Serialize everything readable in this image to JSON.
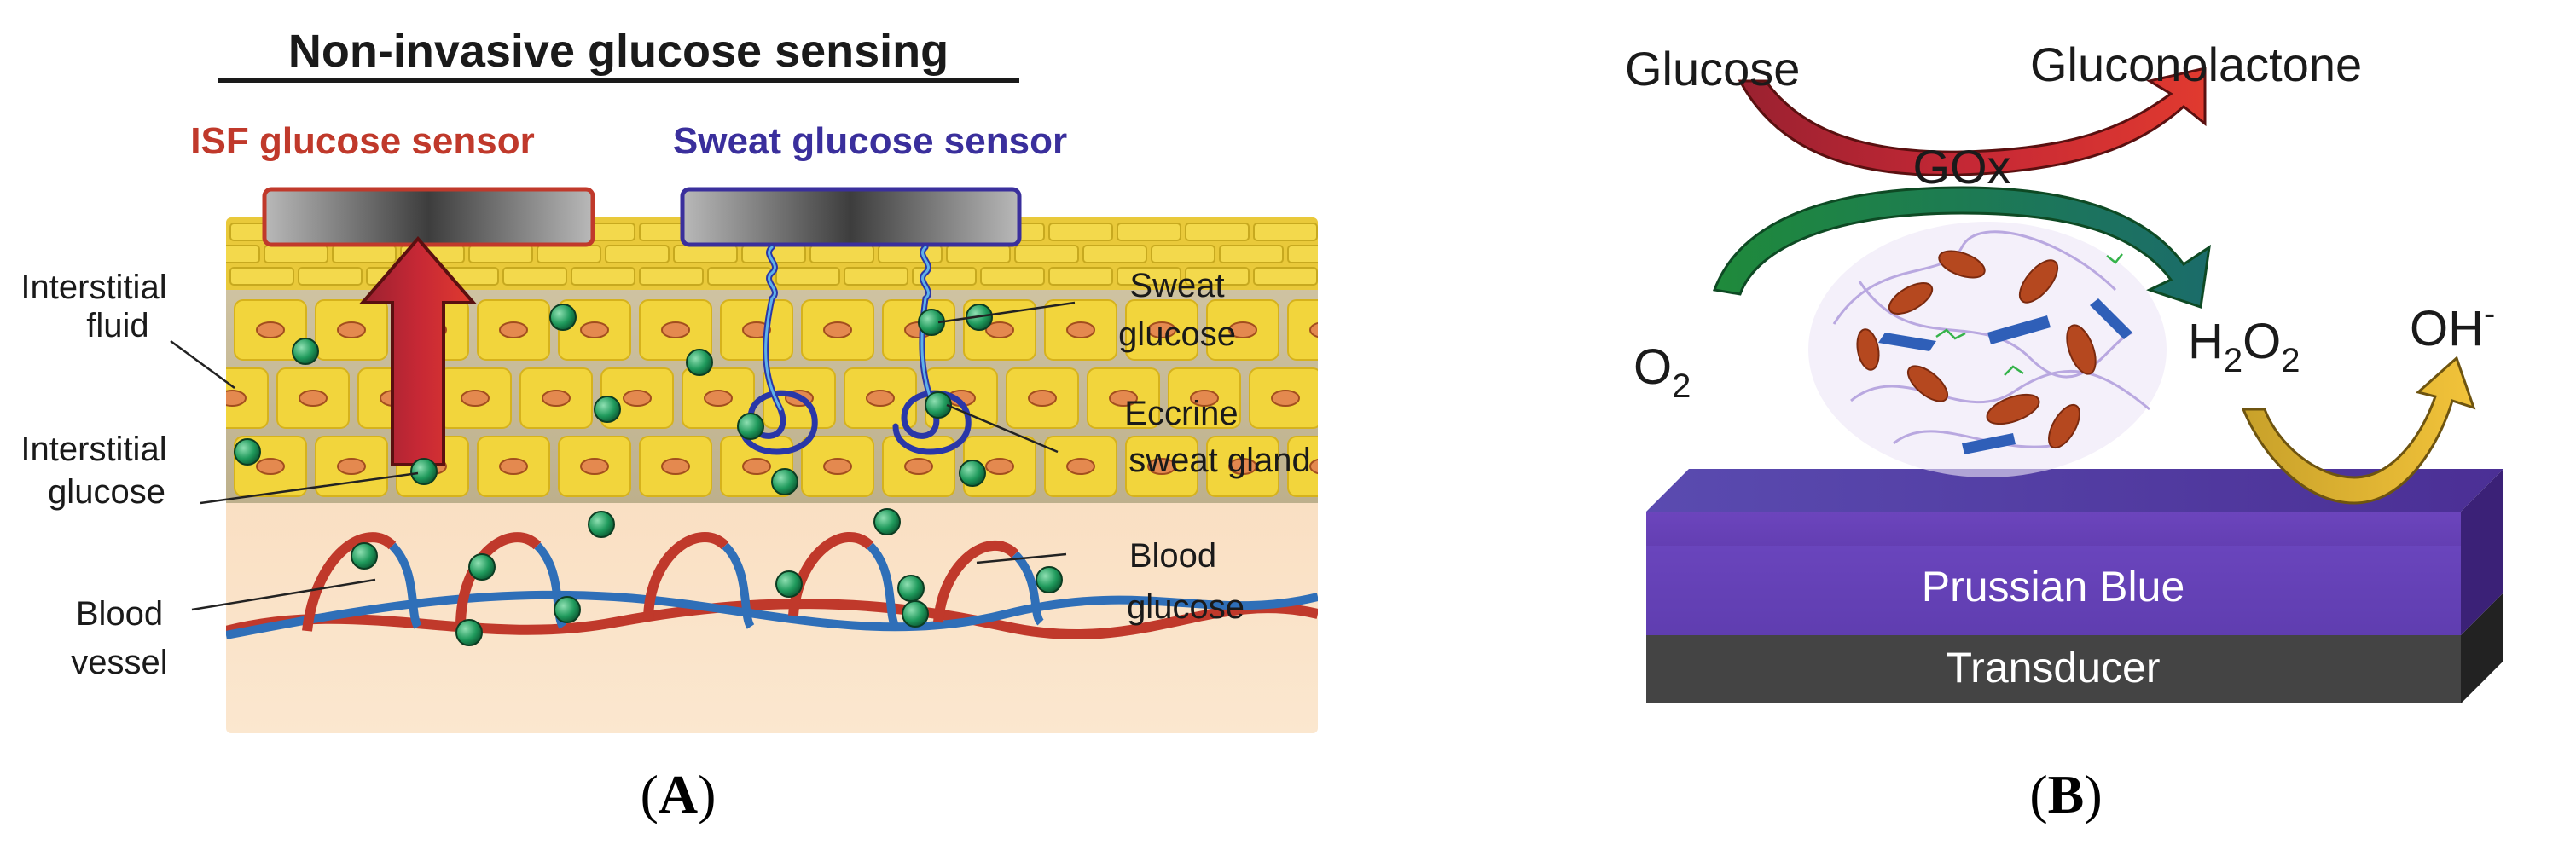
{
  "panel_a": {
    "title": "Non-invasive glucose sensing",
    "isf_sensor_label": "ISF glucose sensor",
    "sweat_sensor_label": "Sweat glucose sensor",
    "labels": {
      "interstitial_fluid_1": "Interstitial",
      "interstitial_fluid_2": "fluid",
      "interstitial_glucose_1": "Interstitial",
      "interstitial_glucose_2": "glucose",
      "blood_vessel_1": "Blood",
      "blood_vessel_2": "vessel",
      "sweat_glucose_1": "Sweat",
      "sweat_glucose_2": "glucose",
      "eccrine_1": "Eccrine",
      "eccrine_2": "sweat gland",
      "blood_glucose_1": "Blood",
      "blood_glucose_2": "glucose"
    },
    "caption_letter": "A"
  },
  "panel_b": {
    "glucose": "Glucose",
    "gluconolactone": "Gluconolactone",
    "gox": "GOx",
    "o2_base": "O",
    "o2_sub": "2",
    "h2o2_h": "H",
    "h2o2_sub1": "2",
    "h2o2_o": "O",
    "h2o2_sub2": "2",
    "oh_base": "OH",
    "oh_sup": "-",
    "prussian_blue": "Prussian Blue",
    "transducer": "Transducer",
    "caption_letter": "B"
  },
  "colors": {
    "isf_red": "#c0392b",
    "sweat_blue": "#3a2f9c",
    "prussian_purple": "#5b3aa8",
    "transducer_gray": "#3a3a3a",
    "glucose_dot": "#1f9a5c"
  }
}
